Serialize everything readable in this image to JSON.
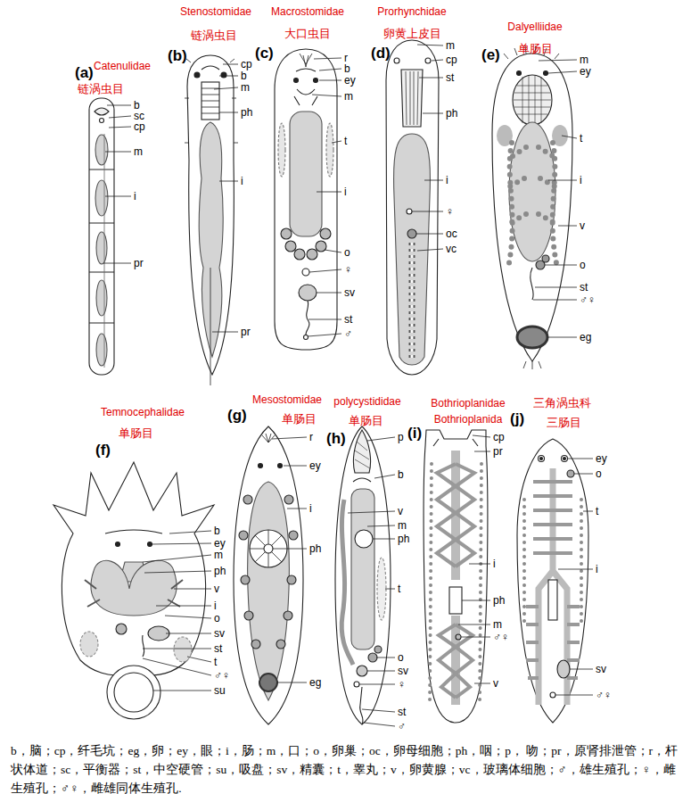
{
  "diagram": {
    "caption": "b，脑；cp，纤毛坑；eg，卵；ey，眼；i，肠；m，口；o，卵巢；oc，卵母细胞；ph，咽；p， 吻；pr，原肾排泄管；r，杆状体道；sc，平衡器；st，中空硬管；su，吸盘；sv，精囊；t，睾丸；v，卵黄腺；vc，玻璃体细胞；♂，雄生殖孔；♀，雌生殖孔；♂♀，雌雄同体生殖孔.",
    "labels": [
      "Catenulidae",
      "链涡虫目",
      "(a)",
      "b",
      "sc",
      "cp",
      "m",
      "i",
      "pr",
      "Stenostomidae",
      "链涡虫目",
      "(b)",
      "cp",
      "b",
      "m",
      "ph",
      "i",
      "pr",
      "Macrostomidae",
      "大口虫目",
      "(c)",
      "r",
      "b",
      "ey",
      "m",
      "t",
      "i",
      "o",
      "♀",
      "sv",
      "st",
      "♂",
      "Prorhynchidae",
      "卵黄上皮目",
      "(d)",
      "m",
      "cp",
      "st",
      "ph",
      "i",
      "♀",
      "oc",
      "vc",
      "Dalyelliidae",
      "单肠目",
      "(e)",
      "m",
      "ey",
      "t",
      "i",
      "v",
      "o",
      "st",
      "♂♀",
      "eg",
      "Temnocephalidae",
      "单肠目",
      "(f)",
      "b",
      "ey",
      "m",
      "ph",
      "v",
      "i",
      "o",
      "sv",
      "st",
      "t",
      "♂♀",
      "su",
      "Mesostomidae",
      "单肠目",
      "(g)",
      "r",
      "ey",
      "i",
      "ph",
      "eg",
      "polycystididae",
      "单肠目",
      "(h)",
      "p",
      "b",
      "v",
      "m",
      "ph",
      "t",
      "o",
      "sv",
      "♀",
      "st",
      "♂",
      "Bothrioplanidae",
      "Bothrioplanida",
      "(i)",
      "cp",
      "pr",
      "i",
      "ph",
      "m",
      "♂♀",
      "v",
      "三角涡虫科",
      "三肠目",
      "(j)",
      "ey",
      "o",
      "t",
      "i",
      "sv",
      "♂♀"
    ]
  }
}
